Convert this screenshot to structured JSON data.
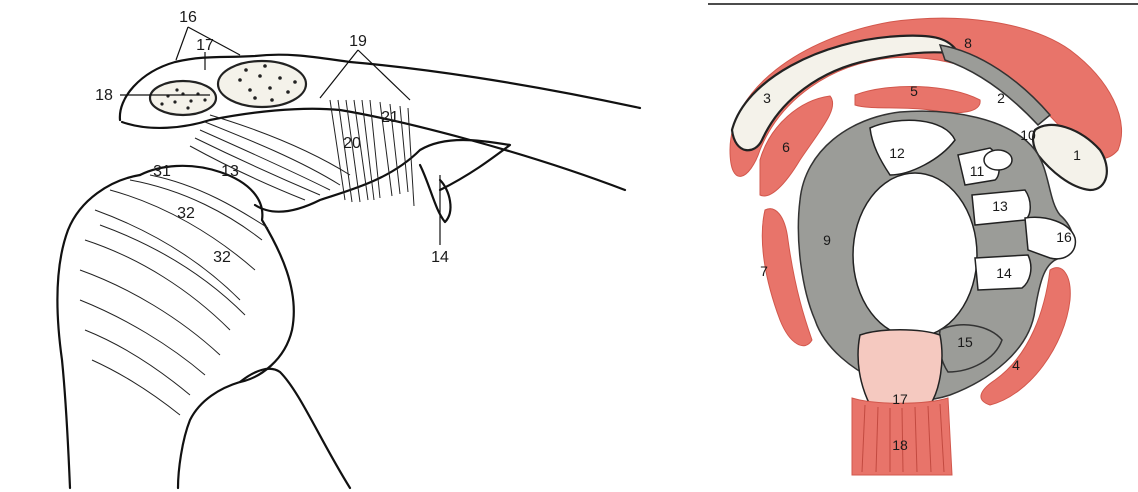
{
  "left_diagram": {
    "labels": [
      "16",
      "17",
      "18",
      "19",
      "20",
      "21",
      "31",
      "13",
      "32",
      "32",
      "14"
    ]
  },
  "right_diagram": {
    "labels": [
      "8",
      "3",
      "2",
      "5",
      "10",
      "1",
      "6",
      "12",
      "11",
      "13",
      "16",
      "9",
      "14",
      "7",
      "15",
      "4",
      "17",
      "18"
    ]
  },
  "colors": {
    "muscle": "#e8746a",
    "bone": "#f4f2ea",
    "grey": "#9b9c98",
    "cartilage": "#f5c9c0"
  }
}
